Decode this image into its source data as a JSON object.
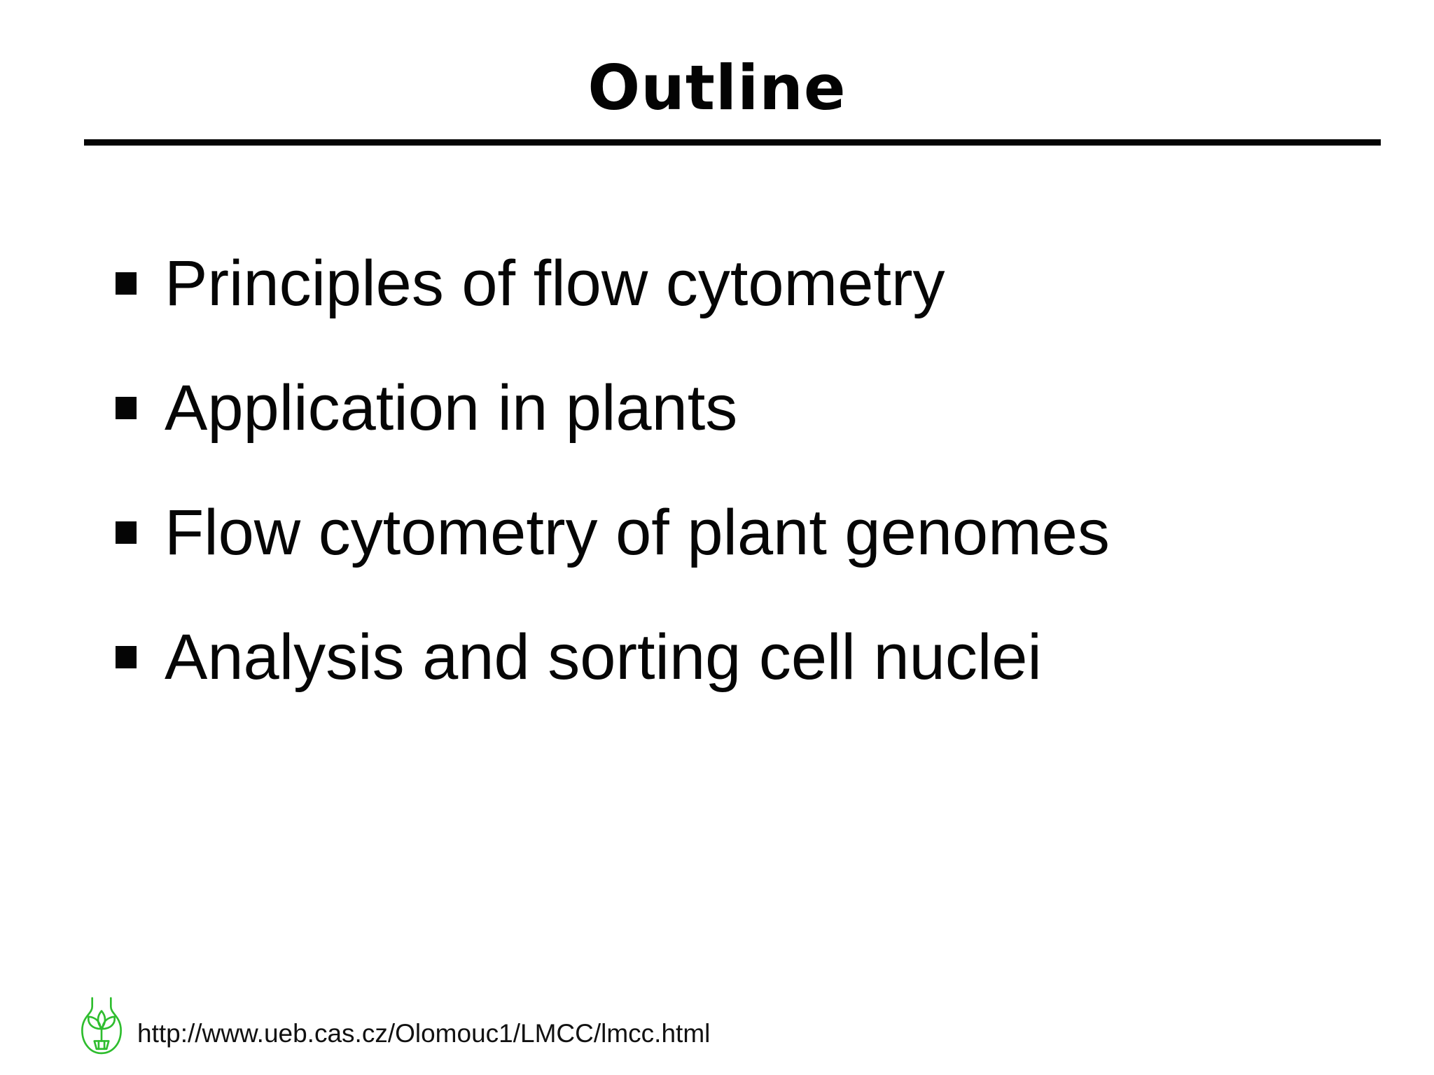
{
  "slide": {
    "title": "Outline",
    "bullets": [
      "Principles of flow cytometry",
      "Application in plants",
      "Flow cytometry of plant genomes",
      "Analysis and sorting cell nuclei"
    ]
  },
  "footer": {
    "url": "http://www.ueb.cas.cz/Olomouc1/LMCC/lmcc.html",
    "logo_icon": "plant-in-flask-icon"
  },
  "colors": {
    "text": "#060606",
    "rule": "#050505",
    "logo_green": "#2ebd2e",
    "background": "#ffffff"
  }
}
